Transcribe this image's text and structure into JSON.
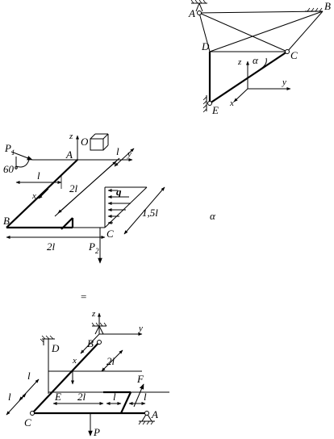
{
  "figure1": {
    "labels": {
      "A": "A",
      "B": "B",
      "C": "C",
      "D": "D",
      "E": "E",
      "z": "z",
      "y": "y",
      "x": "x",
      "alpha": "α"
    }
  },
  "figure2": {
    "labels": {
      "P1": "P",
      "P1_sub": "1",
      "angle": "60°",
      "O": "O",
      "A": "A",
      "z": "z",
      "y": "y",
      "x": "x",
      "l_top": "l",
      "l_left": "l",
      "two_l_mid": "2l",
      "two_l_bottom": "2l",
      "q": "q",
      "one_five_l": "1,5l",
      "B": "B",
      "C": "C",
      "P2": "P",
      "P2_sub": "2"
    }
  },
  "side_alpha": "α",
  "equals_sign": "=",
  "figure3": {
    "labels": {
      "z": "z",
      "y": "y",
      "x": "x",
      "B": "B",
      "D": "D",
      "two_l_right": "2l",
      "F": "F",
      "l_upper": "l",
      "l_lower": "l",
      "E": "E",
      "two_l_mid": "2l",
      "l_a": "l",
      "l_b": "l",
      "C": "C",
      "A": "A",
      "P": "P"
    }
  }
}
